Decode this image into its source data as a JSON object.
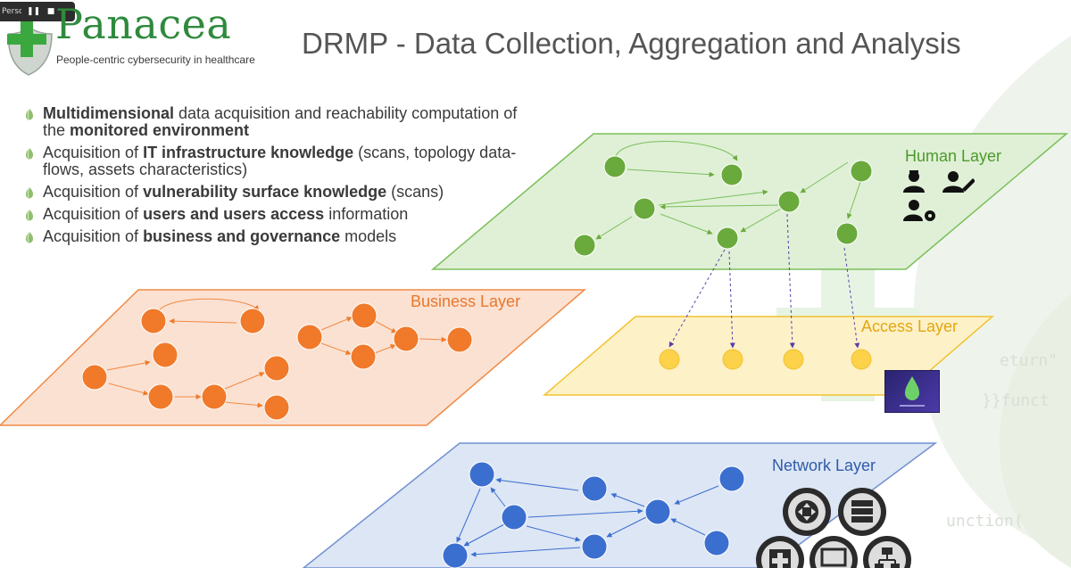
{
  "player": {
    "name": "Perso...",
    "pause_icon": "pause-icon",
    "stop_icon": "stop-icon"
  },
  "logo": {
    "name": "Panacea",
    "tagline": "People-centric cybersecurity in healthcare",
    "icon": "shield-cross-icon"
  },
  "title": "DRMP - Data Collection, Aggregation and Analysis",
  "bullets": [
    {
      "parts": [
        {
          "t": "Multidimensional",
          "b": true
        },
        {
          "t": " data acquisition and reachability computation of the "
        },
        {
          "t": "monitored environment",
          "b": true
        }
      ]
    },
    {
      "parts": [
        {
          "t": "Acquisition of "
        },
        {
          "t": "IT infrastructure knowledge",
          "b": true
        },
        {
          "t": " (scans, topology data-flows, assets characteristics)"
        }
      ]
    },
    {
      "parts": [
        {
          "t": "Acquisition of "
        },
        {
          "t": "vulnerability surface knowledge",
          "b": true
        },
        {
          "t": " (scans)"
        }
      ]
    },
    {
      "parts": [
        {
          "t": "Acquisition of "
        },
        {
          "t": "users and users access",
          "b": true
        },
        {
          "t": " information"
        }
      ]
    },
    {
      "parts": [
        {
          "t": "Acquisition of "
        },
        {
          "t": "business and governance",
          "b": true
        },
        {
          "t": " models"
        }
      ]
    }
  ],
  "layers": {
    "human": {
      "label": "Human Layer",
      "fill": "#dff0d6",
      "stroke": "#7bbf5a",
      "node": "#6aaa3c",
      "text": "#4d9a2b"
    },
    "business": {
      "label": "Business Layer",
      "fill": "#fbe1d2",
      "stroke": "#f08a45",
      "node": "#f07a2a",
      "text": "#e8772a"
    },
    "access": {
      "label": "Access Layer",
      "fill": "#fdf1c8",
      "stroke": "#f2c230",
      "node": "#fbd24a",
      "text": "#e3a70f"
    },
    "network": {
      "label": "Network Layer",
      "fill": "#dde6f5",
      "stroke": "#6f8fd0",
      "node": "#3b6fcf",
      "text": "#2f5ca8"
    }
  },
  "icons": {
    "human": [
      "doctor-icon",
      "user-edit-icon",
      "user-settings-icon"
    ],
    "network": [
      "router-icon",
      "server-icon",
      "medical-device-icon",
      "monitor-icon",
      "network-hub-icon"
    ]
  },
  "background_code": {
    "line1": "eturn\"",
    "line2": "}}funct",
    "line3": "unction("
  }
}
